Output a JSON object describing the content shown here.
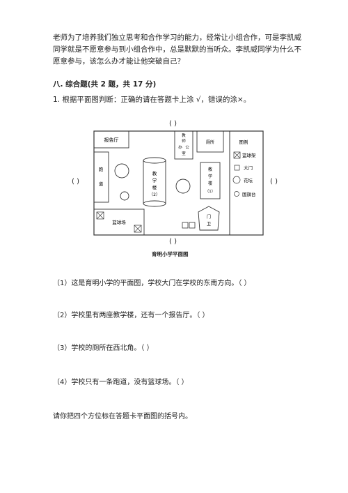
{
  "intro": "老师为了培养我们独立思考和合作学习的能力，经常让小组合作，可是李凯威同学就是不愿意参与到小组合作中，总是默默的当听众。李凯威同学为什么不愿意参与，该怎么办才能让他突破自己？",
  "section_title": "八. 综合题(共 2 题，共 17 分)",
  "question1": "1. 根据平面图判断：正确的请在答题卡上涂 √，错误的涂×。",
  "blank": "(          )",
  "map": {
    "caption": "育明小学平面图",
    "report_hall": "报告厅",
    "teacher_office": [
      "教",
      "师",
      "办",
      "公",
      "室"
    ],
    "toilet": "厕所",
    "legend_title": "图例",
    "legend_items": [
      "篮球架",
      "大门",
      "花坛",
      "国旗台"
    ],
    "track": [
      "跑",
      "道"
    ],
    "building2": [
      "教",
      "学",
      "楼",
      "（2）"
    ],
    "building1": [
      "教",
      "学",
      "楼",
      "（1）"
    ],
    "basketball_court": "篮球场",
    "guard": [
      "门",
      "卫"
    ]
  },
  "statements": [
    "（1）这是育明小学的平面图，学校大门在学校的东南方向。（          ）",
    "（2）学校里有两座教学楼，还有一个报告厅。（          ）",
    "（3）学校的厕所在西北角。（          ）",
    "（4）学校只有一条跑道，没有篮球场。（          ）"
  ],
  "final": "请你把四个方位标在答题卡平面图的括号内。"
}
